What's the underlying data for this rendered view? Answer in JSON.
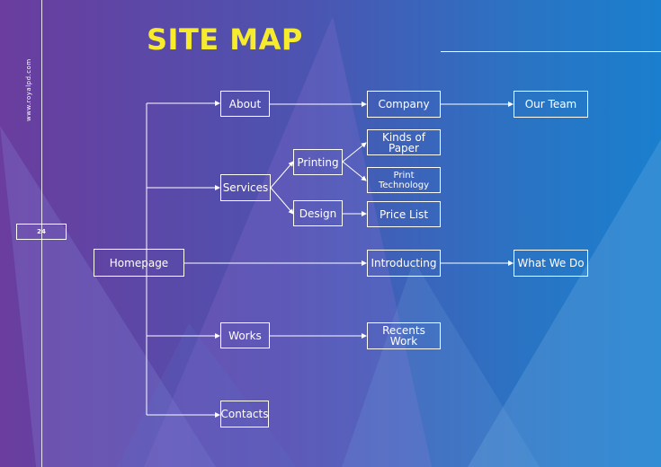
{
  "page": {
    "title": "SITE MAP",
    "side_url": "www.royalpd.com",
    "page_number": "24"
  },
  "colors": {
    "title": "#f6ec2c",
    "lines": "#ffffff",
    "background_left": "#6a3d9e",
    "background_right": "#1a7fce"
  },
  "nodes": {
    "homepage": "Homepage",
    "about": "About",
    "services": "Services",
    "works": "Works",
    "contacts": "Contacts",
    "company": "Company",
    "our_team": "Our Team",
    "printing": "Printing",
    "design": "Design",
    "kinds_of_paper": "Kinds of Paper",
    "print_technology": "Print\nTechnology",
    "price_list": "Price List",
    "introducting": "Introducting",
    "what_we_do": "What We Do",
    "recents_work": "Recents Work"
  }
}
